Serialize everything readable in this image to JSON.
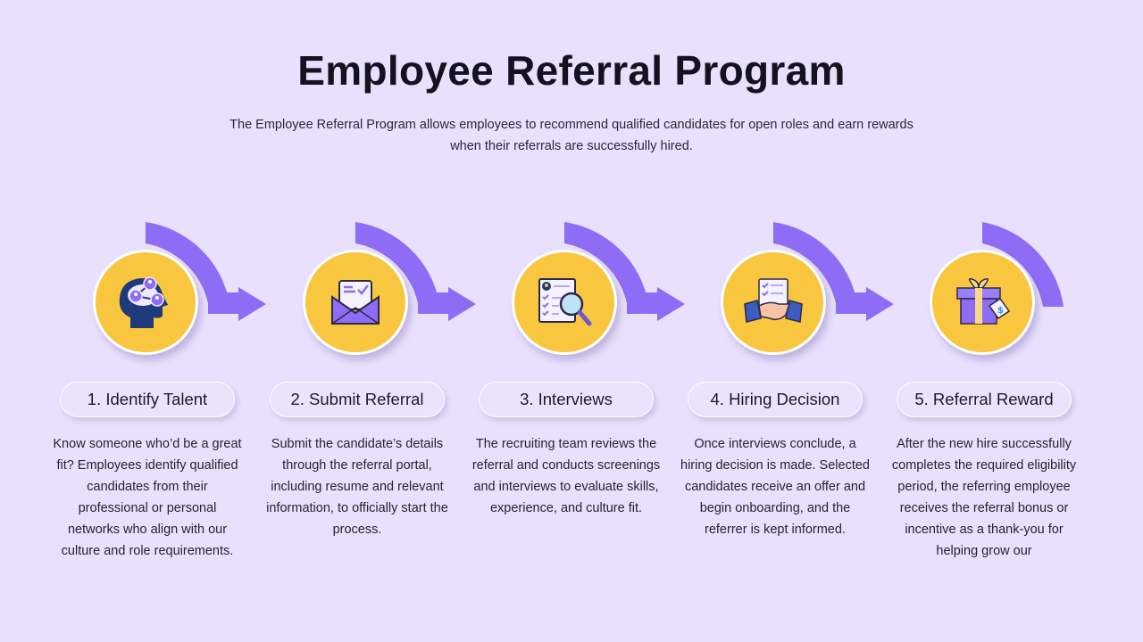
{
  "header": {
    "title": "Employee Referral Program",
    "subtitle": "The Employee Referral Program allows employees to recommend qualified candidates for open roles and earn rewards when their referrals are successfully hired."
  },
  "colors": {
    "background": "#E8E0FD",
    "accent_purple": "#8E6CF6",
    "circle_yellow": "#F8C63F"
  },
  "steps": [
    {
      "label": "1. Identify Talent",
      "icon": "head-network-icon",
      "description": "Know someone who’d be a great fit? Employees identify qualified candidates from their professional or personal networks who align with our culture and role requirements."
    },
    {
      "label": "2. Submit Referral",
      "icon": "envelope-letter-icon",
      "description": "Submit the candidate’s details through the referral portal, including resume and relevant information, to officially start the process."
    },
    {
      "label": "3.  Interviews",
      "icon": "document-magnifier-icon",
      "description": "The recruiting team reviews the referral and conducts screenings and interviews to evaluate skills, experience, and culture fit."
    },
    {
      "label": "4. Hiring Decision",
      "icon": "handshake-icon",
      "description": "Once interviews conclude, a hiring decision is made. Selected candidates receive an offer and begin onboarding, and the referrer is kept informed."
    },
    {
      "label": "5. Referral Reward",
      "icon": "gift-tag-icon",
      "description": "After the new hire successfully completes the required eligibility period, the referring employee receives the referral bonus or incentive as a thank-you for helping grow our"
    }
  ]
}
